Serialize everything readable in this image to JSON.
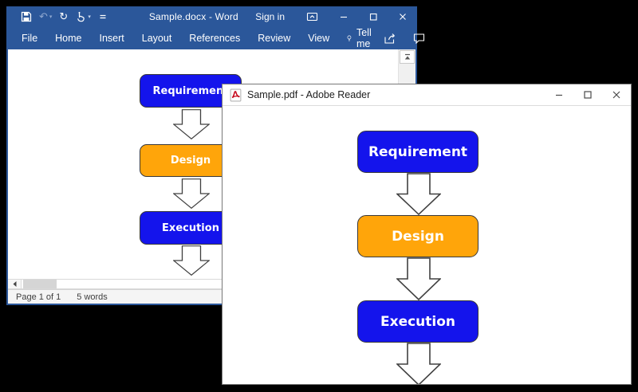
{
  "background": "#000000",
  "word_window": {
    "theme_color": "#2b579a",
    "titlebar": {
      "title": "Sample.docx - Word",
      "sign_in_label": "Sign in"
    },
    "menu": {
      "tabs": [
        "File",
        "Home",
        "Insert",
        "Layout",
        "References",
        "Review",
        "View"
      ],
      "tell_me_label": "Tell me"
    },
    "status_bar": {
      "page_indicator": "Page 1 of 1",
      "word_count": "5 words"
    }
  },
  "adobe_window": {
    "titlebar": {
      "title": "Sample.pdf - Adobe Reader"
    }
  },
  "flowchart": {
    "steps": [
      {
        "label": "Requirement",
        "fill": "#1414ec"
      },
      {
        "label": "Design",
        "fill": "#ffa50a"
      },
      {
        "label": "Execution",
        "fill": "#1414ec"
      }
    ],
    "label_color": "#ffffff",
    "arrow_fill": "#ffffff",
    "arrow_outline": "#404040"
  },
  "icons": {
    "undo_glyph": "↶",
    "redo_glyph": "↻",
    "caret_glyph": "▾"
  }
}
